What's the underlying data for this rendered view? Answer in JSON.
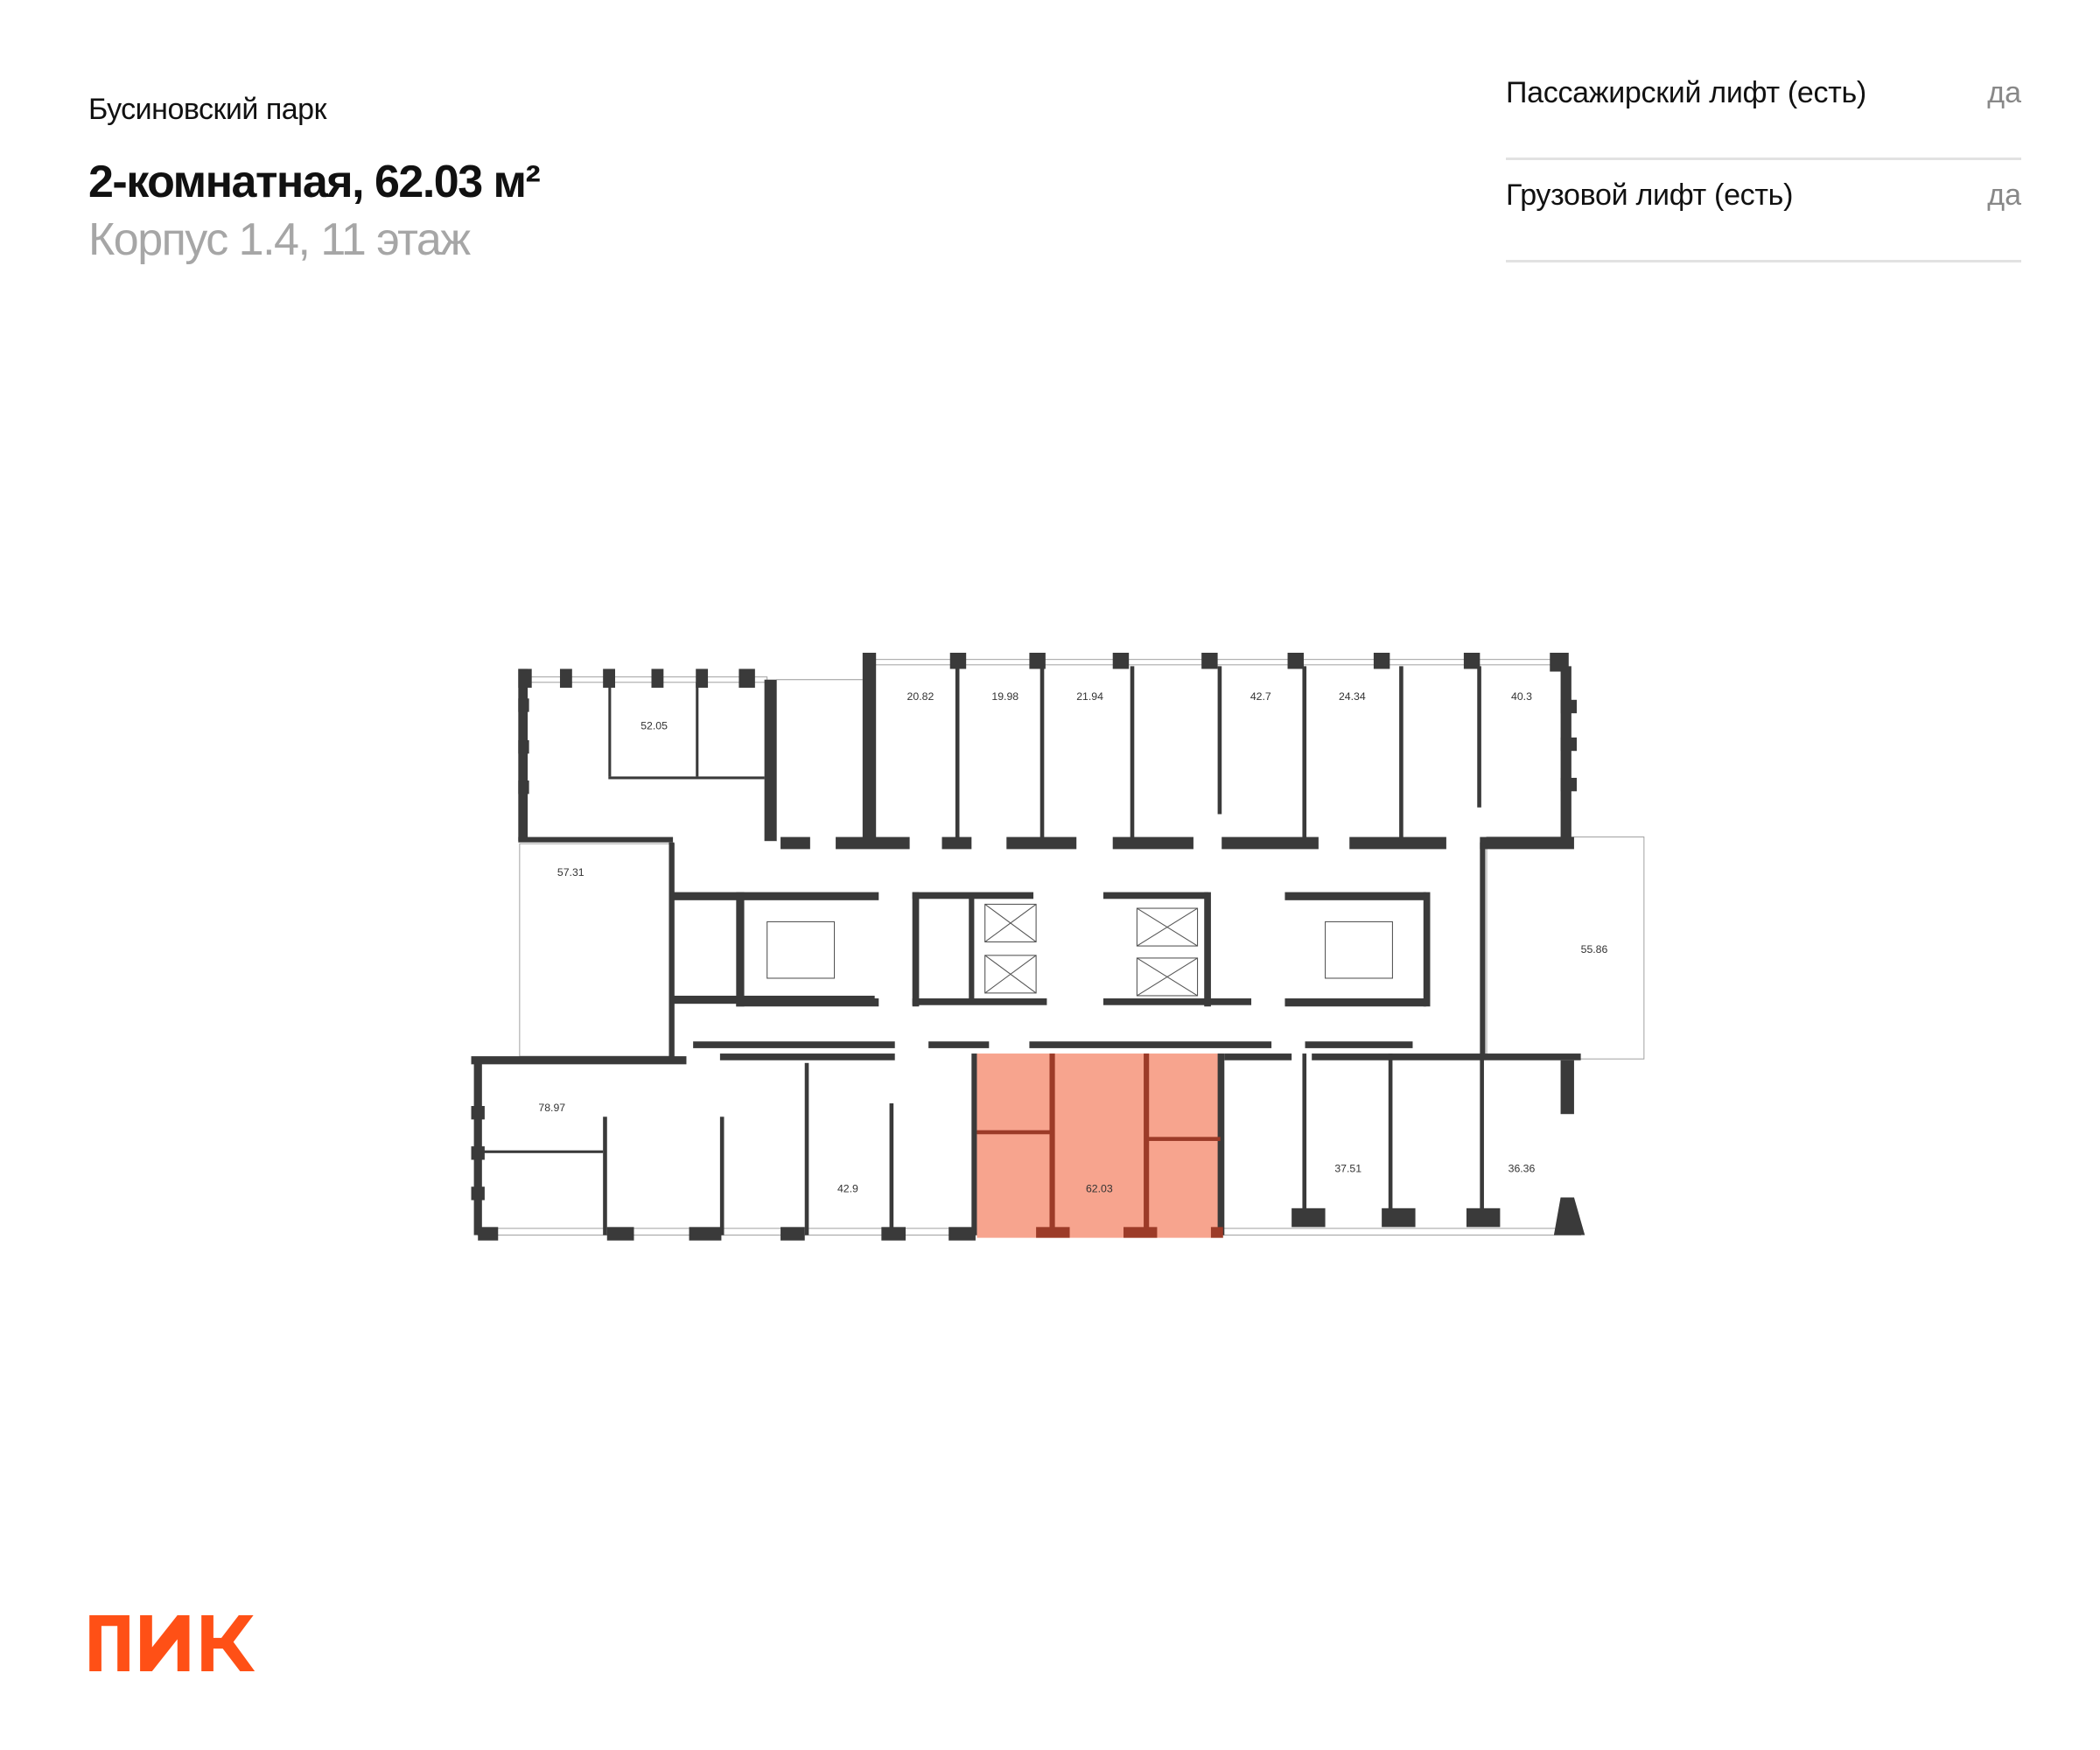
{
  "header": {
    "project": "Бусиновский парк",
    "title": "2-комнатная, 62.03 м²",
    "subtitle": "Корпус 1.4, 11 этаж"
  },
  "features": [
    {
      "label": "Пассажирский лифт (есть)",
      "value": "да"
    },
    {
      "label": "Грузовой лифт (есть)",
      "value": "да"
    }
  ],
  "plan": {
    "highlight_color": "#F7A48E",
    "selected_area": "62.03",
    "apartments": [
      "52.05",
      "20.82",
      "19.98",
      "21.94",
      "42.7",
      "24.34",
      "40.3",
      "57.31",
      "55.86",
      "78.97",
      "42.9",
      "62.03",
      "37.51",
      "36.36"
    ]
  },
  "logo": {
    "text": "ПИК",
    "color": "#FF5016"
  }
}
